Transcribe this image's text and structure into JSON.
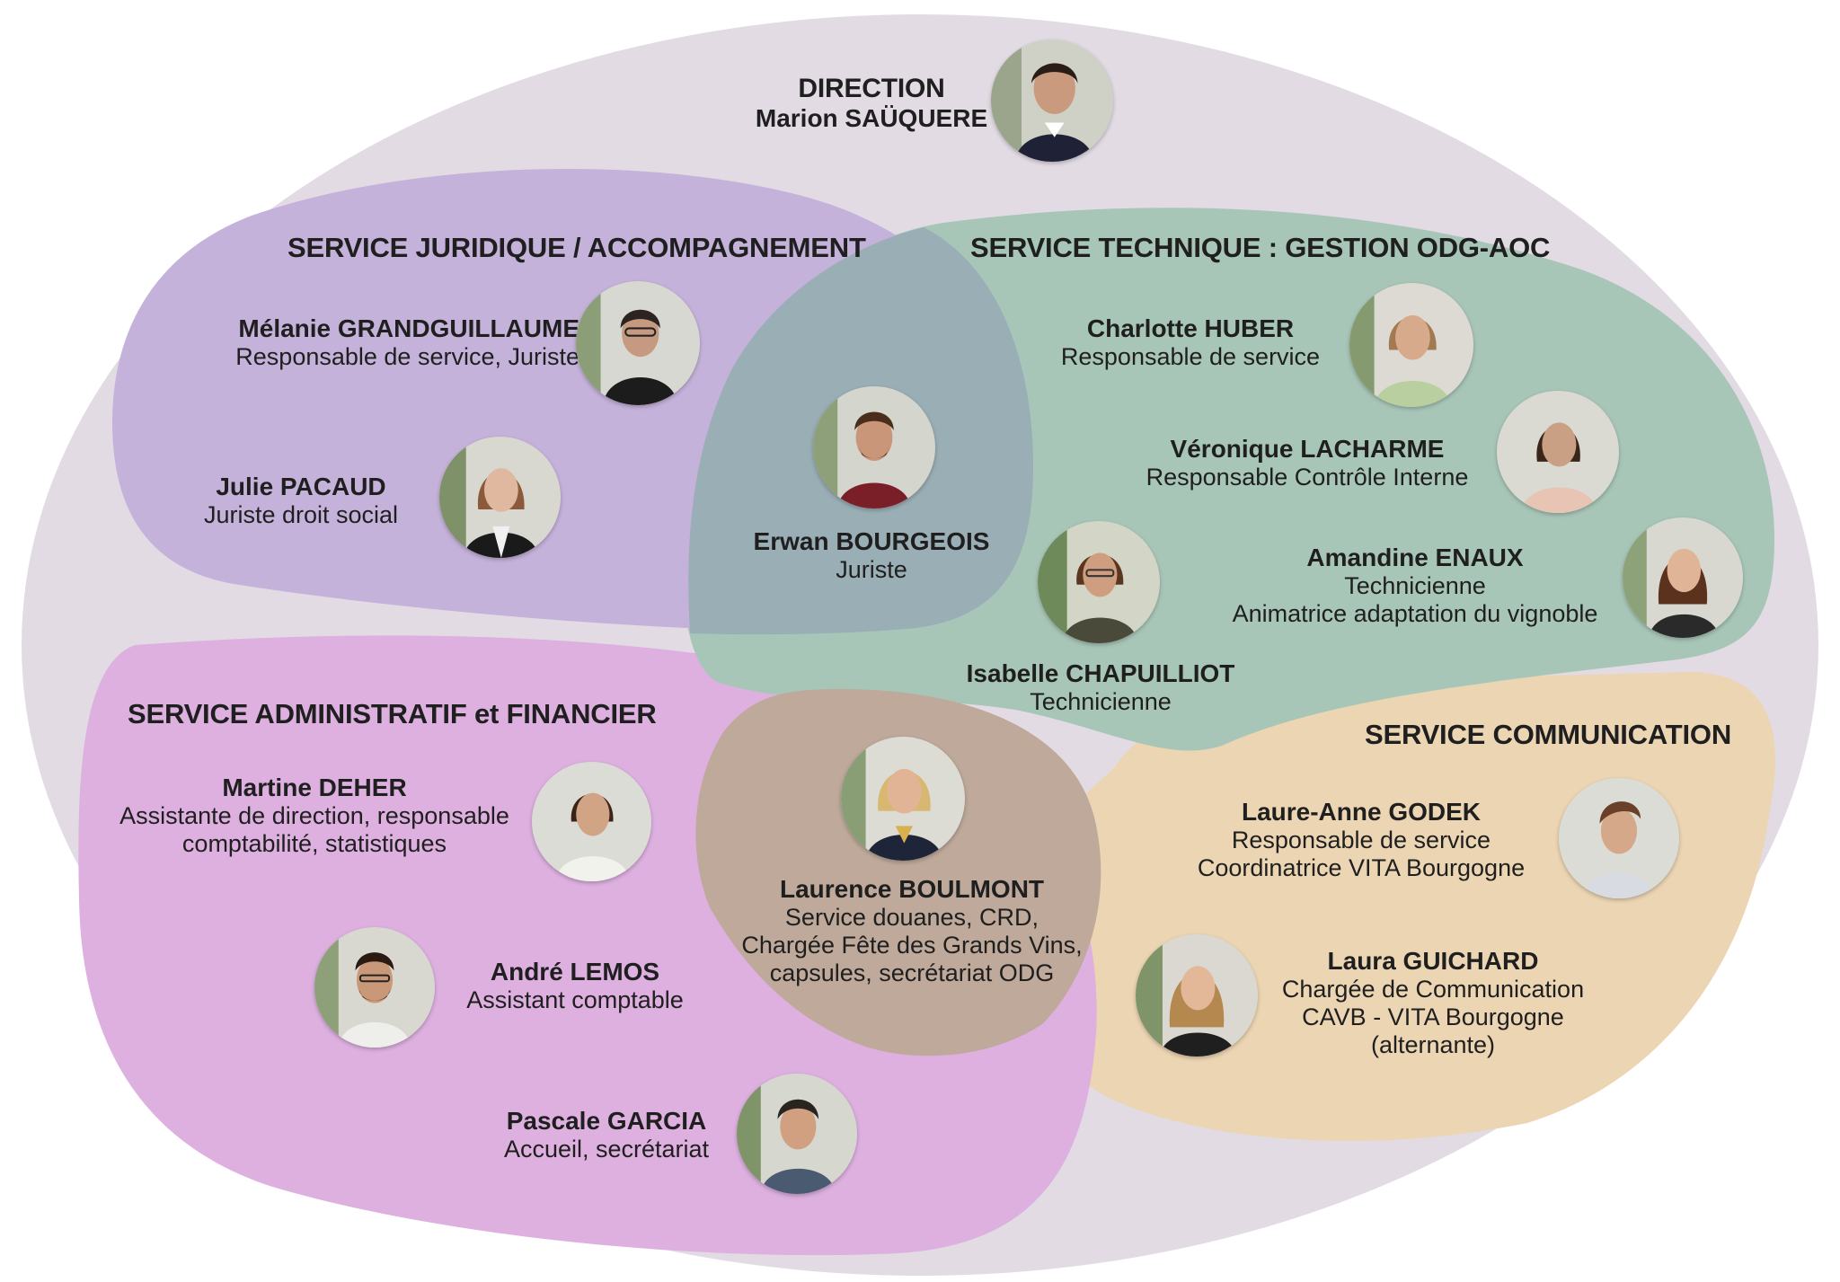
{
  "colors": {
    "outer": "#e2dbe4",
    "juridique": "#c5b2da",
    "technique": "#a8c6b8",
    "administratif": "#ddb0e0",
    "communication": "#ecd5b3",
    "douanes": "#bea99a",
    "overlap_jur_tech": "#9aaeb5"
  },
  "direction": {
    "title": "DIRECTION",
    "name": "Marion SAÜQUERE"
  },
  "services": {
    "juridique": {
      "title": "SERVICE JURIDIQUE / ACCOMPAGNEMENT"
    },
    "technique": {
      "title": "SERVICE TECHNIQUE : GESTION ODG-AOC"
    },
    "administratif": {
      "title": "SERVICE ADMINISTRATIF et FINANCIER"
    },
    "communication": {
      "title": "SERVICE COMMUNICATION"
    }
  },
  "people": {
    "melanie": {
      "name": "Mélanie GRANDGUILLAUME",
      "roles": [
        "Responsable de service, Juriste"
      ]
    },
    "julie": {
      "name": "Julie PACAUD",
      "roles": [
        "Juriste droit social"
      ]
    },
    "erwan": {
      "name": "Erwan BOURGEOIS",
      "roles": [
        "Juriste"
      ]
    },
    "charlotte": {
      "name": "Charlotte HUBER",
      "roles": [
        "Responsable de service"
      ]
    },
    "veronique": {
      "name": "Véronique LACHARME",
      "roles": [
        "Responsable Contrôle Interne"
      ]
    },
    "amandine": {
      "name": "Amandine ENAUX",
      "roles": [
        "Technicienne",
        "Animatrice adaptation du vignoble"
      ]
    },
    "isabelle": {
      "name": "Isabelle CHAPUILLIOT",
      "roles": [
        "Technicienne"
      ]
    },
    "martine": {
      "name": "Martine DEHER",
      "roles": [
        "Assistante de direction, responsable",
        "comptabilité, statistiques"
      ]
    },
    "andre": {
      "name": "André LEMOS",
      "roles": [
        "Assistant comptable"
      ]
    },
    "pascale": {
      "name": "Pascale GARCIA",
      "roles": [
        "Accueil, secrétariat"
      ]
    },
    "laurence": {
      "name": "Laurence BOULMONT",
      "roles": [
        "Service douanes, CRD,",
        "Chargée Fête des Grands Vins,",
        "capsules, secrétariat ODG"
      ]
    },
    "laureanne": {
      "name": "Laure-Anne GODEK",
      "roles": [
        "Responsable de service",
        "Coordinatrice VITA Bourgogne"
      ]
    },
    "laura": {
      "name": "Laura GUICHARD",
      "roles": [
        "Chargée de Communication",
        "CAVB - VITA Bourgogne",
        "(alternante)"
      ]
    }
  }
}
